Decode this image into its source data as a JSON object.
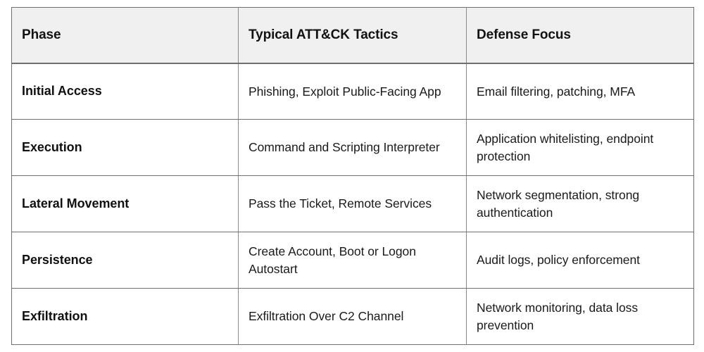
{
  "table": {
    "columns": [
      "Phase",
      "Typical ATT&CK Tactics",
      "Defense Focus"
    ],
    "header_background": "#f0f0f0",
    "border_color": "#6f6f6f",
    "text_color": "#1a1a1a",
    "rows": [
      {
        "phase": "Initial Access",
        "tactics": "Phishing, Exploit Public-Facing App",
        "defense": "Email filtering, patching, MFA"
      },
      {
        "phase": "Execution",
        "tactics": "Command and Scripting Interpreter",
        "defense": "Application whitelisting, endpoint protection"
      },
      {
        "phase": "Lateral Movement",
        "tactics": "Pass the Ticket, Remote Services",
        "defense": "Network segmentation, strong authentication"
      },
      {
        "phase": "Persistence",
        "tactics": "Create Account, Boot or Logon Autostart",
        "defense": "Audit logs, policy enforcement"
      },
      {
        "phase": "Exfiltration",
        "tactics": "Exfiltration Over C2 Channel",
        "defense": "Network monitoring, data loss prevention"
      }
    ]
  }
}
